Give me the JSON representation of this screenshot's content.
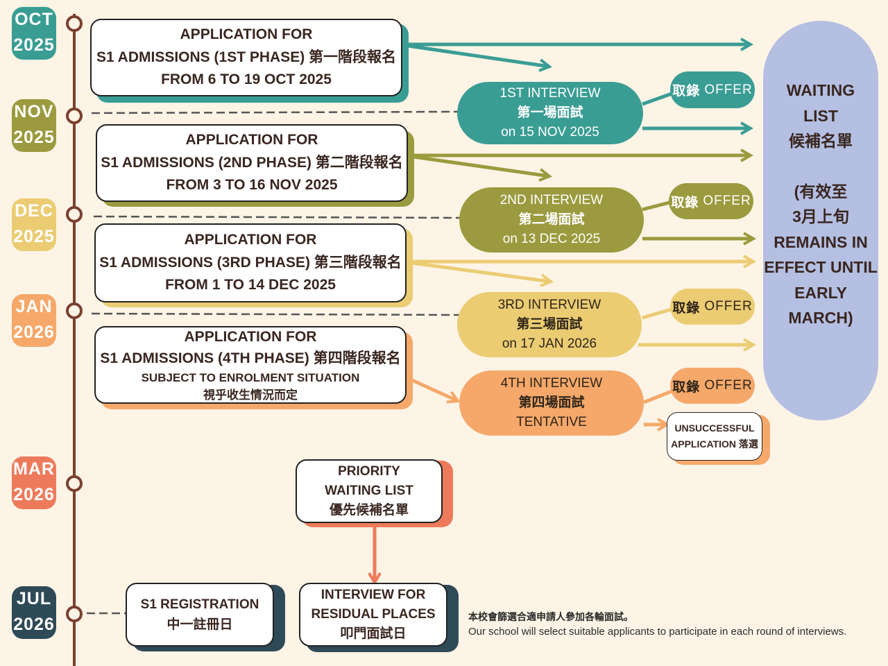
{
  "timeline": {
    "months": [
      {
        "id": "oct",
        "line1": "OCT",
        "line2": "2025",
        "color": "#3a9d94"
      },
      {
        "id": "nov",
        "line1": "NOV",
        "line2": "2025",
        "color": "#9b9a3e"
      },
      {
        "id": "dec",
        "line1": "DEC",
        "line2": "2025",
        "color": "#ebcc73"
      },
      {
        "id": "jan",
        "line1": "JAN",
        "line2": "2026",
        "color": "#f5a86a"
      },
      {
        "id": "mar",
        "line1": "MAR",
        "line2": "2026",
        "color": "#ed7b5b"
      },
      {
        "id": "jul",
        "line1": "JUL",
        "line2": "2026",
        "color": "#2f4a57"
      }
    ],
    "axis_color": "#7a4030"
  },
  "applications": [
    {
      "line1": "APPLICATION FOR",
      "line2": "S1 ADMISSIONS (1ST PHASE) 第一階段報名",
      "line3": "FROM 6 TO 19 OCT 2025",
      "color": "#3a9d94"
    },
    {
      "line1": "APPLICATION FOR",
      "line2": "S1 ADMISSIONS (2ND PHASE) 第二階段報名",
      "line3": "FROM 3 TO 16 NOV 2025",
      "color": "#9b9a3e"
    },
    {
      "line1": "APPLICATION FOR",
      "line2": "S1 ADMISSIONS (3RD PHASE) 第三階段報名",
      "line3": "FROM 1 TO 14 DEC 2025",
      "color": "#ebcc73"
    },
    {
      "line1": "APPLICATION FOR",
      "line2": "S1 ADMISSIONS (4TH PHASE) 第四階段報名",
      "line3": "SUBJECT TO ENROLMENT SITUATION",
      "line4": "視乎收生情況而定",
      "color": "#f5a86a"
    }
  ],
  "interviews": [
    {
      "en": "1ST INTERVIEW",
      "zh": "第一場面試",
      "date": "on 15 NOV 2025",
      "color": "#3a9d94"
    },
    {
      "en": "2ND INTERVIEW",
      "zh": "第二場面試",
      "date": "on 13 DEC 2025",
      "color": "#9b9a3e"
    },
    {
      "en": "3RD INTERVIEW",
      "zh": "第三場面試",
      "date": "on 17 JAN 2026",
      "color": "#ebcc73"
    },
    {
      "en": "4TH INTERVIEW",
      "zh": "第四場面試",
      "date": "TENTATIVE",
      "color": "#f5a86a"
    }
  ],
  "offer": {
    "zh": "取錄",
    "en": "OFFER"
  },
  "unsuccessful": {
    "line1": "UNSUCCESSFUL",
    "line2": "APPLICATION 落選"
  },
  "waiting_list": {
    "line1": "WAITING",
    "line2": "LIST",
    "line3": "候補名單",
    "line4": "(有效至",
    "line5": "3月上旬",
    "line6": "REMAINS IN",
    "line7": "EFFECT UNTIL",
    "line8": "EARLY MARCH)",
    "color": "#b4bfe2"
  },
  "priority": {
    "line1": "PRIORITY",
    "line2": "WAITING LIST",
    "line3": "優先候補名單"
  },
  "registration": {
    "line1": "S1 REGISTRATION",
    "line2": "中一註冊日"
  },
  "residual": {
    "line1": "INTERVIEW FOR",
    "line2": "RESIDUAL PLACES",
    "line3": "叩門面試日"
  },
  "note": {
    "zh": "本校會篩選合適申請人參加各輪面試。",
    "en": "Our school will select suitable applicants to participate in each round of interviews."
  }
}
